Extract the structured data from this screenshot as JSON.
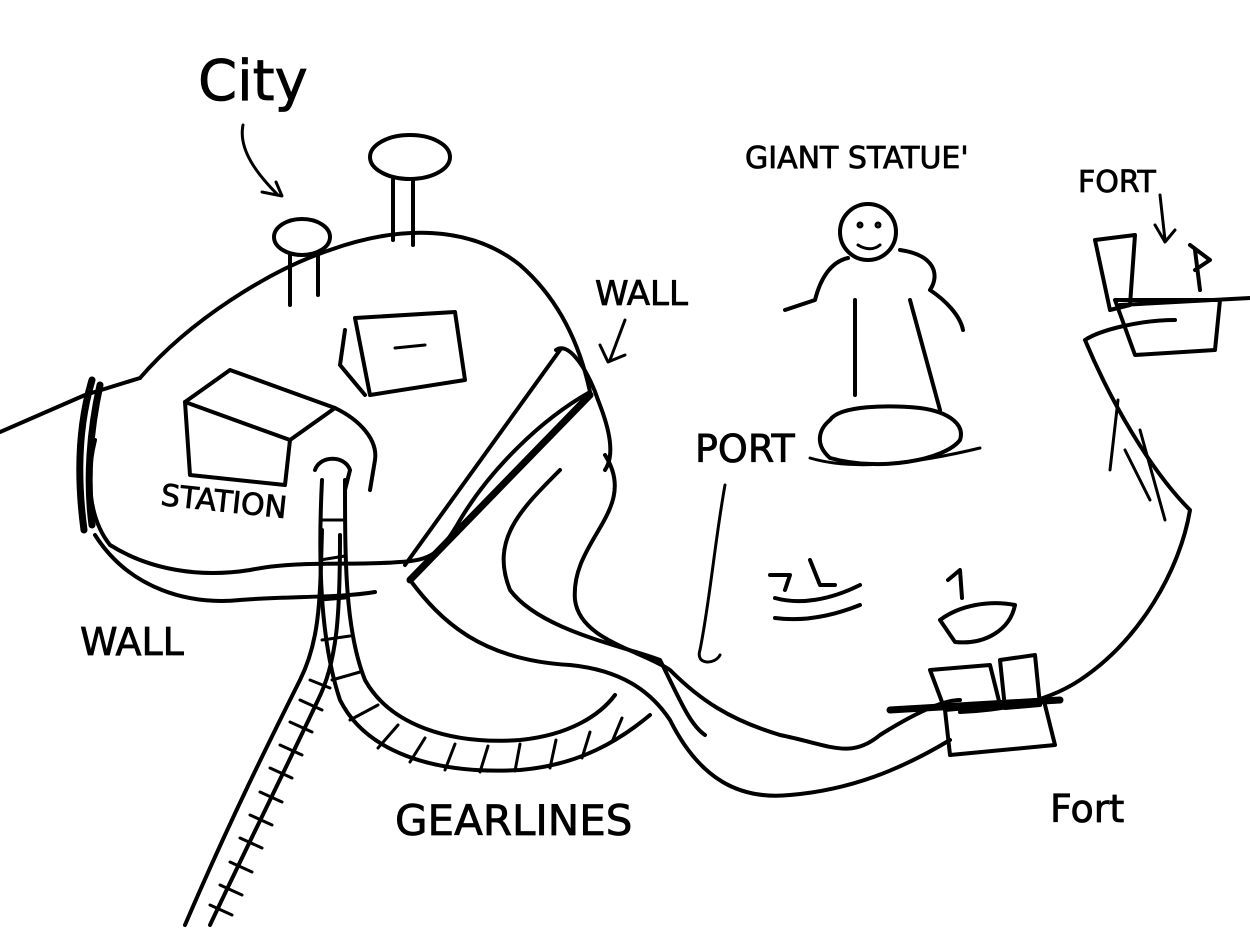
{
  "labels": {
    "city": "City",
    "giant_statue": "GIANT STATUE'",
    "fort_top_right": "FORT",
    "wall_top": "WALL",
    "port": "PORT",
    "station": "STATION",
    "wall_left": "WALL",
    "gearlines": "GEARLINES",
    "fort_bottom": "Fort"
  }
}
